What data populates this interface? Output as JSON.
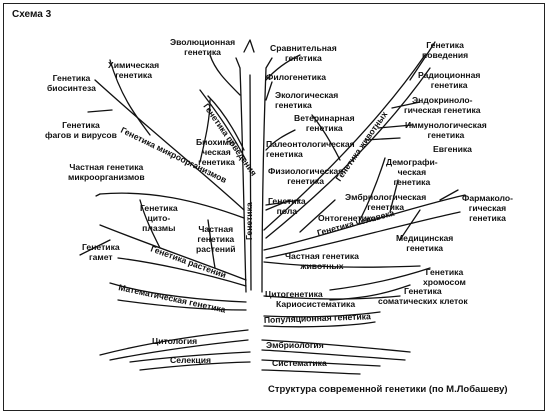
{
  "scheme_label": "Схема 3",
  "caption": "Структура современной генетики (по М.Лобашеву)",
  "colors": {
    "ink": "#111111",
    "border": "#222222",
    "background": "#ffffff"
  },
  "labels": {
    "evolutionary": "Эволюционная\nгенетика",
    "comparative": "Сравнительная\nгенетика",
    "animal_genetics_top": "Генетика\nповедения",
    "chemical": "Химическая\nгенетика",
    "biosynthesis": "Генетика\nбиосинтеза",
    "phylogenetics": "Филогенетика",
    "radiation": "Радиоционная\nгенетика",
    "endocrinology": "Эндокриноло-\nгическая генетика",
    "ecological": "Экологическая\nгенетика",
    "human_genetics_arc": "Генетика\nчеловека",
    "phages_viruses": "Генетика\nфагов и вирусов",
    "veterinary": "Ветеринарная\nгенетика",
    "immunological": "Иммунологическая\nгенетика",
    "biochemical": "Биохими-\nческая\nгенетика",
    "paleontological": "Палеонтологическая\nгенетика",
    "eugenics": "Евгеника",
    "microorganisms_private": "Частная генетика\nмикроорганизмов",
    "physiological": "Физиологическая\nгенетика",
    "demographic": "Демографи-\nческая\nгенетика",
    "embryological": "Эмбриологическая\nгенетика",
    "pharmacological": "Фармаколо-\nгическая\nгенетика",
    "sex": "Генетика\nпола",
    "ontogenetics": "Онтогенетика",
    "cytoplasm": "Генетика\nцито-\nплазмы",
    "plants_private": "Частная\nгенетика\nрастений",
    "medical": "Медицинская\nгенетика",
    "gametes": "Генетика\nгамет",
    "animals_private": "Частная генетика\nживотных",
    "chromosomes": "Генетика\nхромосом",
    "cytogenetics": "Цитогенетика",
    "somatic": "Генетика\nсоматических клеток",
    "karyosystematics": "Кариосистематика",
    "population": "Популяционная генетика",
    "cytology": "Цитология",
    "embryology": "Эмбриология",
    "selection": "Селекция",
    "systematics": "Систематика",
    "trunk": "Генетика",
    "branch_microorganisms": "Генетика микроорганизмов",
    "branch_animals": "Генетика животных",
    "branch_plants": "Генетика растений",
    "branch_human": "Генетика человека",
    "branch_mathematical": "Математическая генетика",
    "branch_population_root": "Популяционная генетика"
  }
}
